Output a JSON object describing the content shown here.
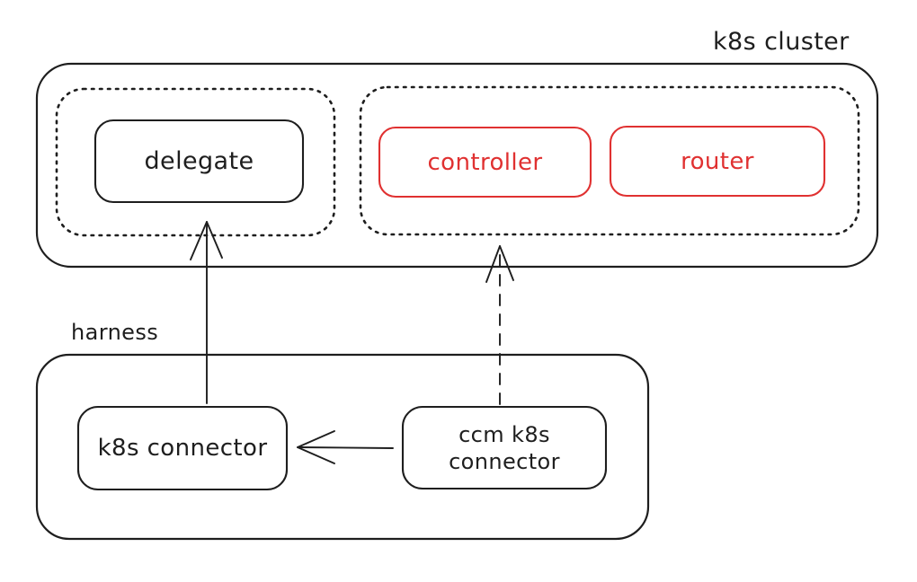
{
  "canvas": {
    "background": "#ffffff",
    "ink_color": "#1e1e1e",
    "accent_color": "#e03131"
  },
  "labels": {
    "cluster": "k8s cluster",
    "harness": "harness"
  },
  "nodes": {
    "delegate": {
      "label": "delegate",
      "color": "#1e1e1e"
    },
    "controller": {
      "label": "controller",
      "color": "#e03131"
    },
    "router": {
      "label": "router",
      "color": "#e03131"
    },
    "k8s_connector": {
      "label": "k8s connector",
      "color": "#1e1e1e"
    },
    "ccm_k8s_connector": {
      "label_line1": "ccm k8s",
      "label_line2": "connector",
      "color": "#1e1e1e"
    }
  },
  "edges": [
    {
      "from": "k8s connector",
      "to": "delegate",
      "style": "solid"
    },
    {
      "from": "ccm k8s connector",
      "to": "controller-router group",
      "style": "dashed"
    },
    {
      "from": "ccm k8s connector",
      "to": "k8s connector",
      "style": "solid"
    }
  ]
}
